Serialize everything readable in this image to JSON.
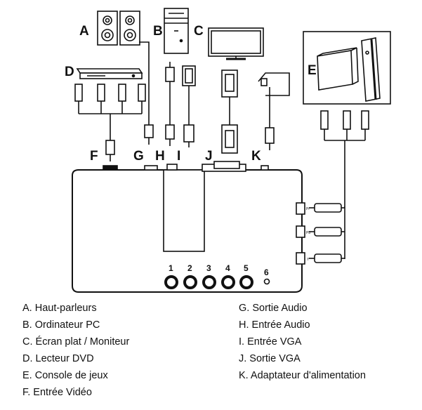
{
  "device_labels": {
    "a": "A",
    "b": "B",
    "c": "C",
    "d": "D",
    "e": "E",
    "f": "F",
    "g": "G",
    "h": "H",
    "i": "I",
    "j": "J",
    "k": "K"
  },
  "port_numbers": [
    "1",
    "2",
    "3",
    "4",
    "5",
    "6"
  ],
  "component_port_labels": [
    "Pr",
    "Pb",
    "Y"
  ],
  "legend_left": [
    "A. Haut-parleurs",
    "B. Ordinateur PC",
    "C. Écran plat / Moniteur",
    "D. Lecteur DVD",
    "E. Console de jeux",
    "F. Entrée Vidéo"
  ],
  "legend_right": [
    "G. Sortie Audio",
    "H. Entrée Audio",
    "I. Entrée VGA",
    "J. Sortie VGA",
    "K. Adaptateur d'alimentation"
  ]
}
